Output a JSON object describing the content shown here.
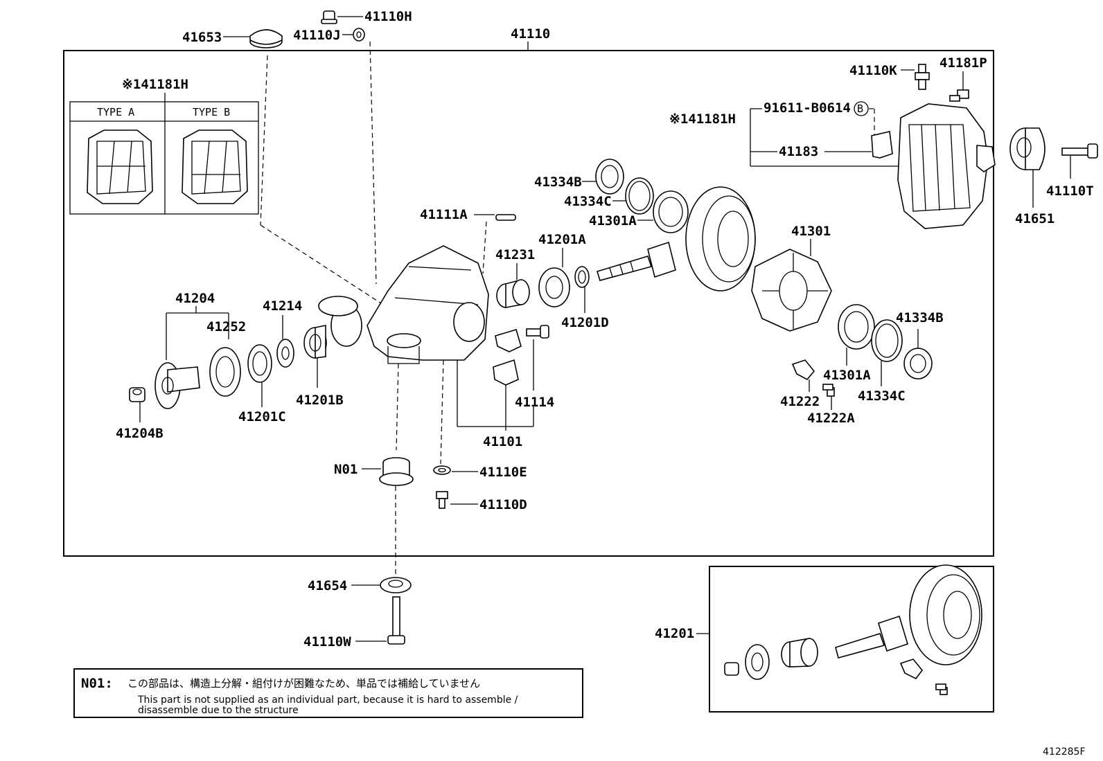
{
  "labels": {
    "l41110": "41110",
    "l41110H": "41110H",
    "l41653": "41653",
    "l41110J": "41110J",
    "l41181H_left": "※141181H",
    "type_a": "TYPE A",
    "type_b": "TYPE B",
    "l41110K": "41110K",
    "l41181P": "41181P",
    "l91611": "91611-B0614",
    "l91611_mark": "B",
    "l41181H_right": "※141181H",
    "l41183": "41183",
    "l41651": "41651",
    "l41110T": "41110T",
    "l41334B_top": "41334B",
    "l41334C_top": "41334C",
    "l41301A_top": "41301A",
    "l41111A": "41111A",
    "l41231": "41231",
    "l41201A": "41201A",
    "l41201D": "41201D",
    "l41301": "41301",
    "l41204": "41204",
    "l41252": "41252",
    "l41214": "41214",
    "l41201B": "41201B",
    "l41201C": "41201C",
    "l41204B": "41204B",
    "l41114": "41114",
    "l41101": "41101",
    "l41334B_bot": "41334B",
    "l41301A_bot": "41301A",
    "l41334C_bot": "41334C",
    "l41222": "41222",
    "l41222A": "41222A",
    "lN01": "N01",
    "l41110E": "41110E",
    "l41110D": "41110D",
    "l41654": "41654",
    "l41110W": "41110W",
    "l41201": "41201"
  },
  "note": {
    "code": "N01:",
    "jp": "この部品は、構造上分解・組付けが困難なため、単品では補給していません",
    "en_line1": "This part is not supplied as an individual part, because it is hard to assemble /",
    "en_line2": "disassemble due to the structure"
  },
  "figure_code": "412285F"
}
